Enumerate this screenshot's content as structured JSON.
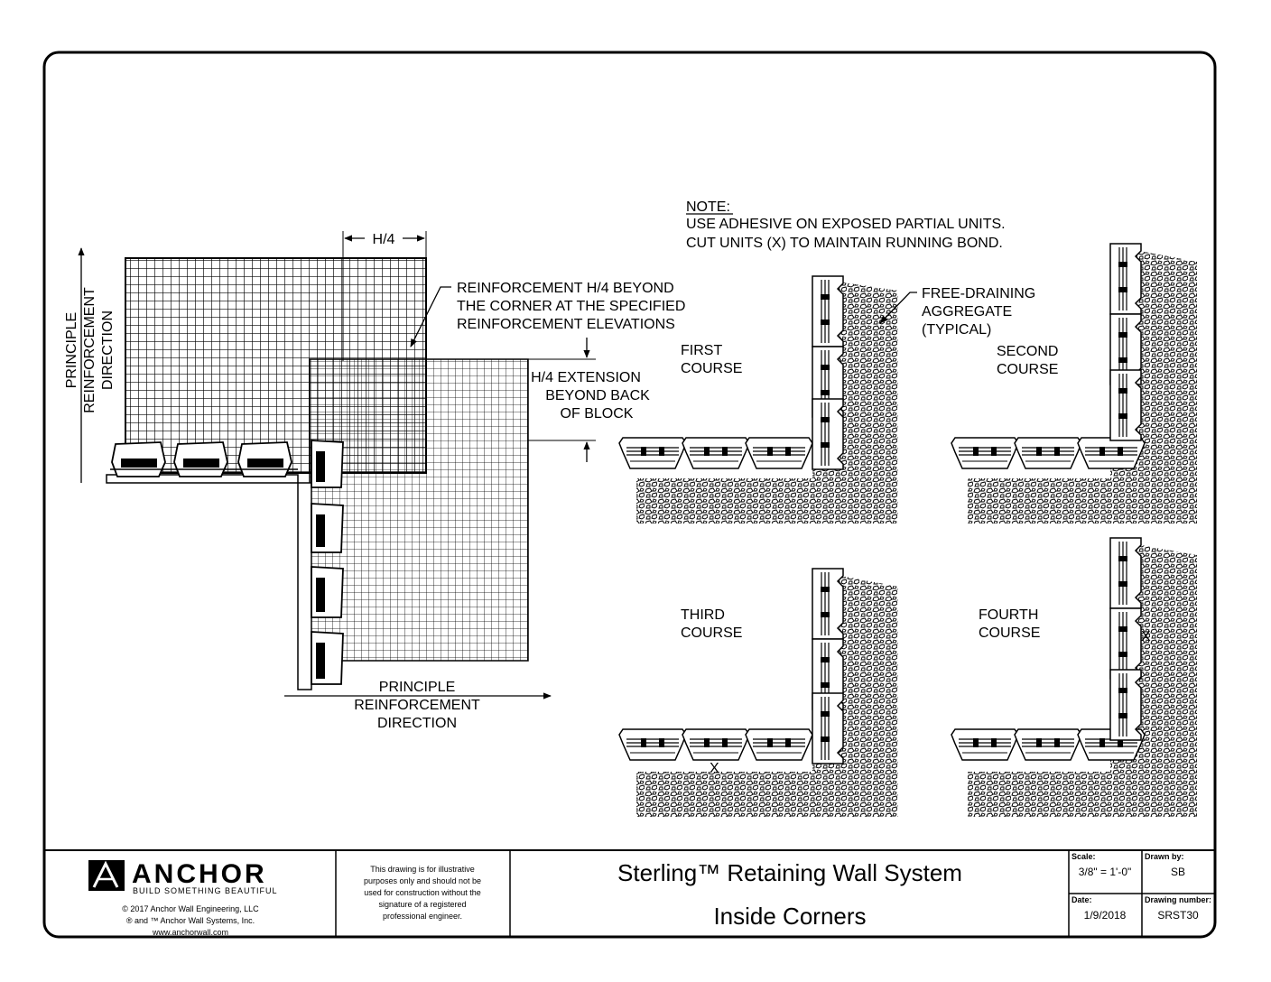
{
  "note": {
    "heading": "NOTE:",
    "line1": "USE ADHESIVE ON EXPOSED PARTIAL UNITS.",
    "line2": "CUT UNITS (X) TO MAINTAIN RUNNING BOND."
  },
  "left_detail": {
    "h4": "H/4",
    "reinforcement_note": [
      "REINFORCEMENT H/4 BEYOND",
      "THE CORNER AT THE SPECIFIED",
      "REINFORCEMENT ELEVATIONS"
    ],
    "extension_note": [
      "H/4 EXTENSION",
      "BEYOND BACK",
      "OF BLOCK"
    ],
    "principle_vertical": [
      "PRINCIPLE",
      "REINFORCEMENT",
      "DIRECTION"
    ],
    "principle_horizontal": [
      "PRINCIPLE",
      "REINFORCEMENT",
      "DIRECTION"
    ]
  },
  "aggregate_note": [
    "FREE-DRAINING",
    "AGGREGATE",
    "(TYPICAL)"
  ],
  "courses": [
    {
      "label": [
        "FIRST",
        "COURSE"
      ]
    },
    {
      "label": [
        "SECOND",
        "COURSE"
      ]
    },
    {
      "label": [
        "THIRD",
        "COURSE"
      ]
    },
    {
      "label": [
        "FOURTH",
        "COURSE"
      ]
    }
  ],
  "cut_mark": "X",
  "title_block": {
    "logo_word": "ANCHOR",
    "tagline": "BUILD SOMETHING BEAUTIFUL",
    "copyright": [
      "© 2017 Anchor Wall Engineering, LLC",
      "® and ™ Anchor Wall Systems, Inc.",
      "www.anchorwall.com"
    ],
    "disclaimer": [
      "This drawing is for illustrative",
      "purposes only and should not be",
      "used for construction without the",
      "signature of a registered",
      "professional engineer."
    ],
    "title": "Sterling™ Retaining Wall System",
    "subtitle": "Inside Corners",
    "scale_label": "Scale:",
    "scale_value": "3/8\" = 1'-0\"",
    "drawn_by_label": "Drawn by:",
    "drawn_by_value": "SB",
    "date_label": "Date:",
    "date_value": "1/9/2018",
    "drawing_number_label": "Drawing number:",
    "drawing_number_value": "SRST30"
  }
}
